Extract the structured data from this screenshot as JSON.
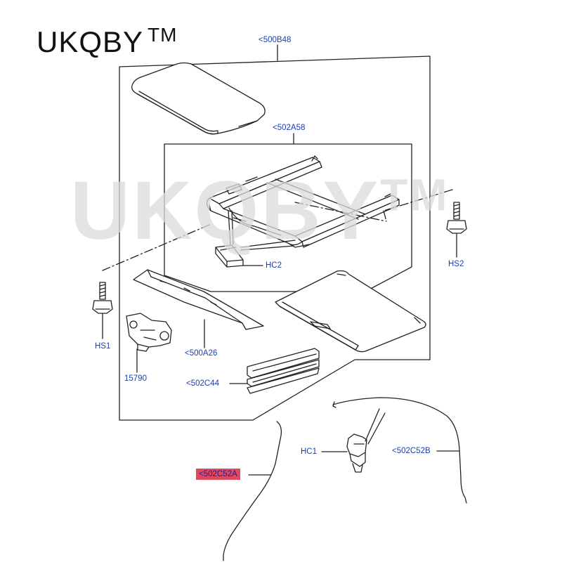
{
  "brand": {
    "name": "UKQBY",
    "mark": "TM"
  },
  "watermark": {
    "text": "UKQBY",
    "mark": "TM"
  },
  "callouts": {
    "assembly": "<500B48",
    "frame": "<502A58",
    "hc2": "HC2",
    "hs2": "HS2",
    "hs1": "HS1",
    "shield": "<500A26",
    "motor": "15790",
    "seal": "<502C44",
    "hc1": "HC1",
    "drain_right": "<502C52B",
    "drain_left": "<502C52A"
  },
  "colors": {
    "callout_text": "#1a3fb5",
    "line_art": "#222222",
    "highlight_bg": "#e2485c",
    "watermark": "#dcdcdc"
  }
}
